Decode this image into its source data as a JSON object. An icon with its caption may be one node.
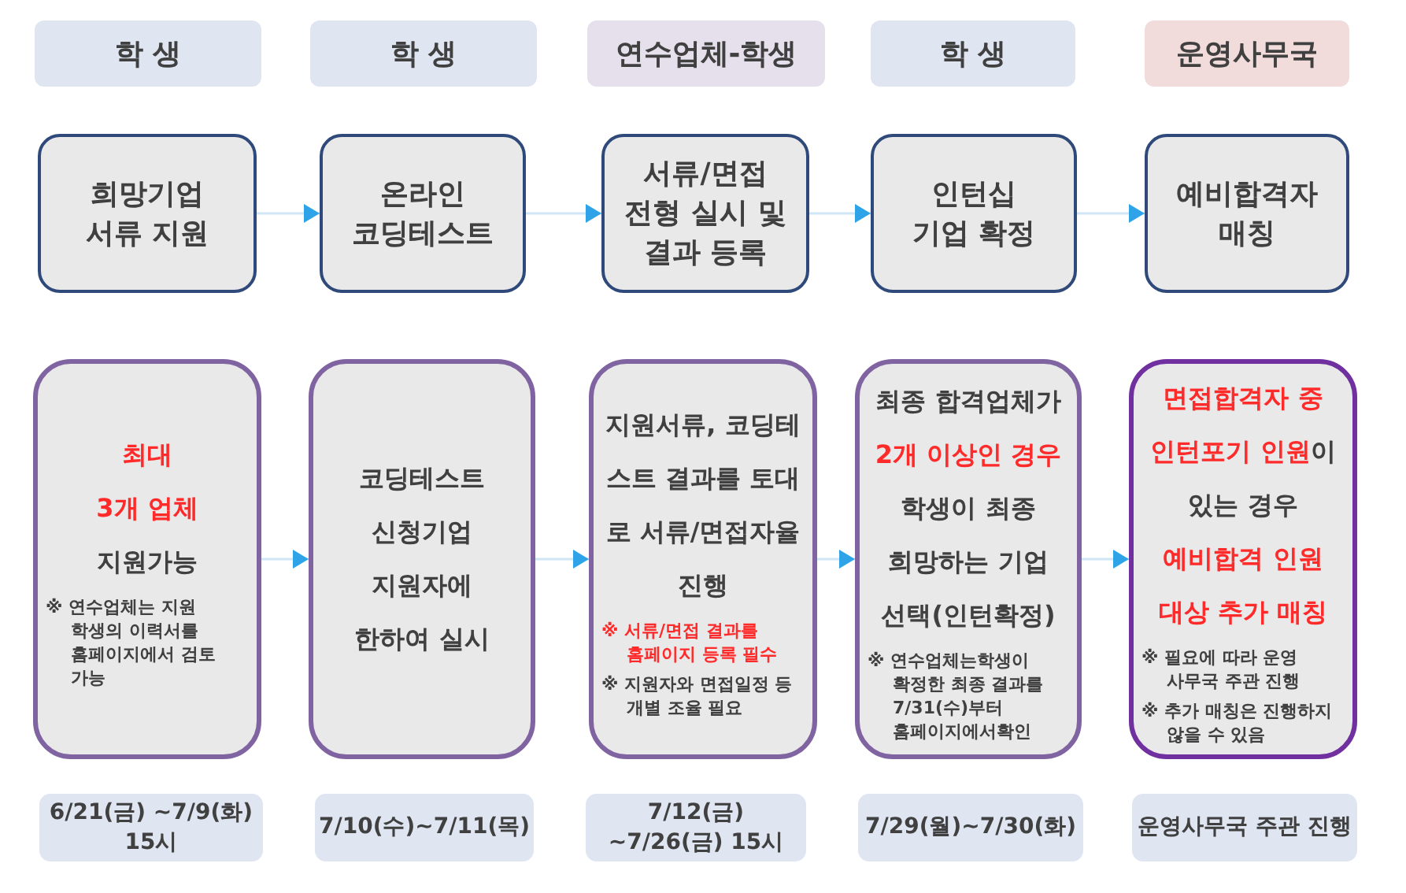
{
  "diagram": {
    "nodes": [
      {
        "text": [
          "학 생"
        ]
      },
      {
        "text": [
          "학 생"
        ]
      },
      {
        "text": [
          "연수업체-학생"
        ]
      },
      {
        "text": [
          "학 생"
        ]
      },
      {
        "text": [
          "운영사무국"
        ]
      },
      {
        "text": [
          "희망기업 서류 지원"
        ]
      },
      {
        "text": [
          "온라인 코딩테스트"
        ]
      },
      {
        "text": [
          "서류/면접 전형 실시 및 결과 등록"
        ]
      },
      {
        "text": [
          "인턴십 기업 확정"
        ]
      },
      {
        "text": [
          "예비합격자 매칭"
        ]
      },
      {
        "text": [
          "최대",
          "3개 업체",
          "지원가능",
          "※ 연수업체는 지원 학생의 이력서를 홈페이지에서 검토 가능"
        ]
      },
      {
        "text": [
          "코딩테스트 신청기업 지원자에 한하여 실시"
        ]
      },
      {
        "text": [
          "지원서류, 코딩테스트 결과를 토대로 서류/면접자율 진행",
          "※ 서류/면접 결과를 홈페이지 등록 필수",
          "※ 지원자와 면접일정 등 개별 조율 필요"
        ]
      },
      {
        "text": [
          "최종 합격업체가",
          "2개 이상인 경우",
          "학생이 최종 희망하는 기업 선택(인턴확정)",
          "※ 연수업체는학생이 확정한 최종 결과를 7/31(수)부터 홈페이지에서확인"
        ]
      },
      {
        "text": [
          "면접합격자 중 인턴포기 인원",
          "이 있는 경우",
          "예비합격 인원 대상 추가 매칭",
          "※ 필요에 따라 운영 사무국 주관 진행",
          "※ 추가 매칭은 진행하지 않을 수 있음"
        ]
      },
      {
        "text": [
          "6/21(금) ~7/9(화) 15시"
        ]
      },
      {
        "text": [
          "7/10(수)~7/11(목)"
        ]
      },
      {
        "text": [
          "7/12(금) ~7/26(금) 15시"
        ]
      },
      {
        "text": [
          "7/29(월)~7/30(화)"
        ]
      },
      {
        "text": [
          "운영사무국 주관 진행"
        ]
      }
    ],
    "edges": [
      {
        "from": 5,
        "to": 6,
        "arrow": "to"
      },
      {
        "from": 6,
        "to": 7,
        "arrow": "to"
      },
      {
        "from": 7,
        "to": 8,
        "arrow": "to"
      },
      {
        "from": 8,
        "to": 9,
        "arrow": "to"
      },
      {
        "from": 10,
        "to": 11,
        "arrow": "to"
      },
      {
        "from": 11,
        "to": 12,
        "arrow": "to"
      },
      {
        "from": 12,
        "to": 13,
        "arrow": "to"
      },
      {
        "from": 13,
        "to": 14,
        "arrow": "to"
      }
    ]
  }
}
